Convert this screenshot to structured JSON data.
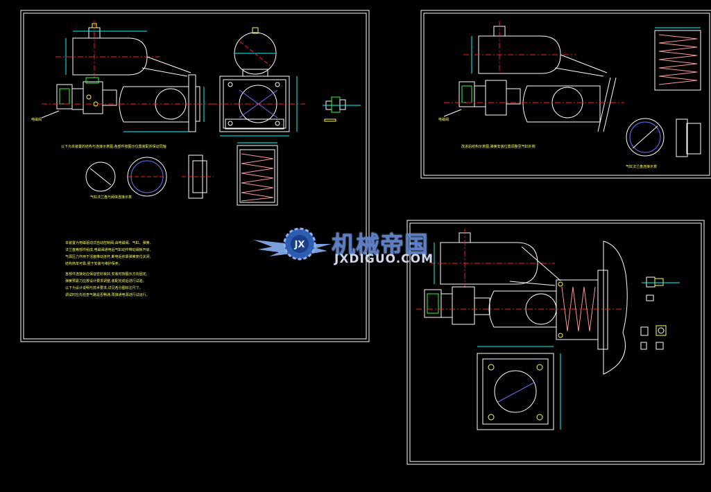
{
  "watermark": {
    "cn_name": "机械帝国",
    "url": "JXDIGUO.COM",
    "badge": "JX"
  },
  "colors": {
    "background": "#000000",
    "frame": "#ffffff",
    "centerline": "#ff2020",
    "dim": "#00ffff",
    "part_green": "#30ff30",
    "part_blue": "#7070ff",
    "spring": "#ff9a9a",
    "bolt": "#ffff40",
    "text": "#ffff60"
  },
  "sheets": {
    "left": {
      "callout": "电磁阀",
      "note_main": "以下为本装置的结构与连接示意图,各部件按图示位置装配并保证同轴",
      "note_flange": "气缸法兰盘与阀体连接示意",
      "paragraph": [
        "本装置为电磁驱动式自动控制阀,由电磁阀、气缸、弹簧、",
        "法兰盘等部件组成,电磁阀通电后气缸动作带动阀板开启,",
        "气源压力作用于活塞推动连杆,断电后依靠弹簧复位关闭,",
        "结构简单可靠,便于安装与维护保养。",
        "各部件连接处应保证密封良好,安装时按图示方向固定,",
        "弹簧预紧力应按设计要求调整,装配完成后进行试验。",
        "以下为设计说明与技术要求,详见各分图标注尺寸。",
        "调试时应先检查气路是否畅通,再接通电源进行试运行。"
      ]
    },
    "top_right": {
      "callout": "电磁阀",
      "note_main": "改进后结构示意图,弹簧安装位置调整至气缸外侧",
      "note_flange": "气缸法兰盘连接示意"
    }
  }
}
